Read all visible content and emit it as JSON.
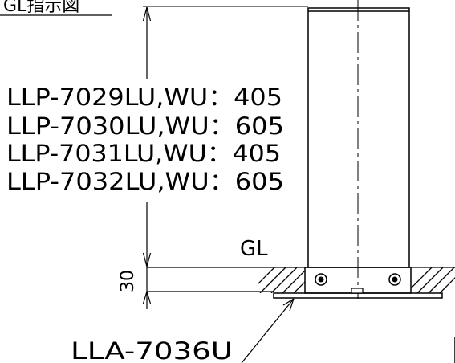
{
  "heading": "GL指示図",
  "model_dimensions": [
    "LLP-7029LU,WU：405",
    "LLP-7030LU,WU：605",
    "LLP-7031LU,WU：405",
    "LLP-7032LU,WU：605"
  ],
  "ground_label": "GL",
  "below_ground_dimension": "30",
  "base_part_label": "LLA-7036U",
  "colors": {
    "line": "#000000",
    "background": "#ffffff"
  }
}
